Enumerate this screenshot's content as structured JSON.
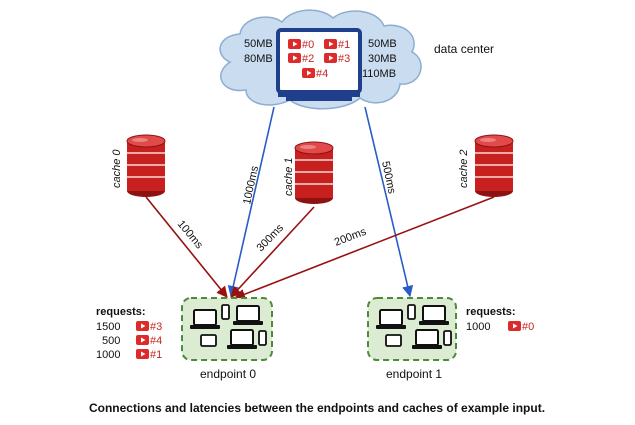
{
  "data_center": {
    "label": "data center",
    "left_sizes": [
      "50MB",
      "80MB"
    ],
    "right_sizes": [
      "50MB",
      "30MB",
      "110MB"
    ],
    "videos": [
      "#0",
      "#1",
      "#2",
      "#3",
      "#4"
    ]
  },
  "caches": [
    {
      "label": "cache 0"
    },
    {
      "label": "cache 1"
    },
    {
      "label": "cache 2"
    }
  ],
  "links": {
    "dc_endpoint0": "1000ms",
    "dc_endpoint1": "500ms",
    "cache0_endpoint0": "100ms",
    "cache1_endpoint0": "300ms",
    "cache2_endpoint0": "200ms"
  },
  "endpoints": [
    {
      "label": "endpoint 0",
      "requests_title": "requests:",
      "requests": [
        {
          "count": "1500",
          "video": "#3"
        },
        {
          "count": "500",
          "video": "#4"
        },
        {
          "count": "1000",
          "video": "#1"
        }
      ]
    },
    {
      "label": "endpoint 1",
      "requests_title": "requests:",
      "requests": [
        {
          "count": "1000",
          "video": "#0"
        }
      ]
    }
  ],
  "caption": "Connections and latencies between the endpoints and caches of example input.",
  "colors": {
    "cloud_fill": "#c9dcf0",
    "cloud_stroke": "#8eadd0",
    "monitor": "#1f3f8c",
    "cache_red": "#c81f1f",
    "red_line": "#9a1010",
    "blue_line": "#2a5cc9",
    "endpoint_fill": "#dcecd3",
    "endpoint_border": "#4f8a3a",
    "video_badge": "#dd2a2a"
  }
}
